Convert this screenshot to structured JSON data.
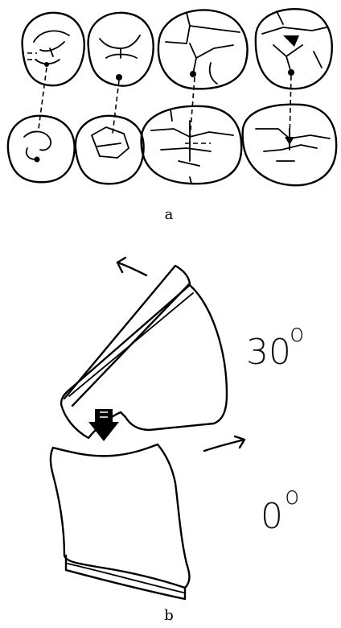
{
  "panels": [
    {
      "id": "a",
      "label": "a"
    },
    {
      "id": "b",
      "label": "b"
    }
  ],
  "angles": {
    "upper": {
      "value": "30",
      "unit": "o"
    },
    "lower": {
      "value": "0",
      "unit": "o"
    }
  },
  "icons": [
    "contact-point-icon",
    "force-arrow-icon",
    "rotation-arrow-icon"
  ]
}
